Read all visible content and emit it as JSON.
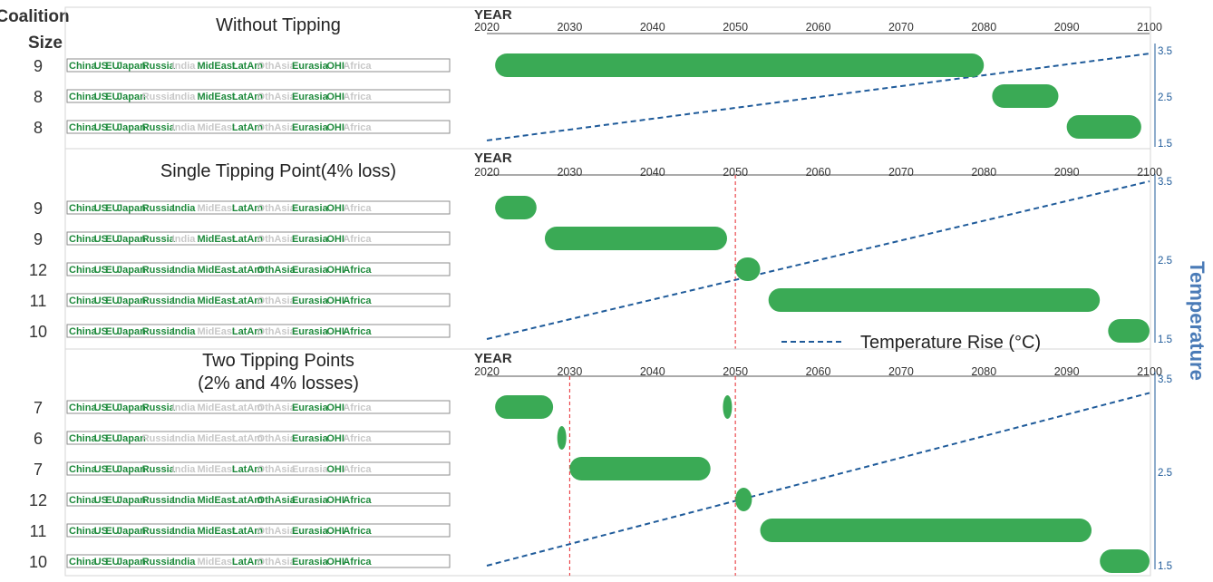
{
  "regions": [
    "China",
    "US",
    "EU",
    "Japan",
    "Russia",
    "India",
    "MidEast",
    "LatAm",
    "OthAsia",
    "Eurasia",
    "OHI",
    "Africa"
  ],
  "y_axis_title": "Coalition Size",
  "x_axis_label": "YEAR",
  "secondary_axis_title": "Temperature",
  "legend_label": "Temperature Rise (°C)",
  "colors": {
    "bar": "#3aaa55",
    "member": "#1e8a3c",
    "nonmember": "#c8c8c8",
    "temperature": "#1f5b9a",
    "tipping": "#e8262b",
    "text": "#333333"
  },
  "chart_data": [
    {
      "type": "gantt",
      "title": "Without Tipping",
      "x_ticks": [
        2020,
        2030,
        2040,
        2050,
        2060,
        2070,
        2080,
        2090,
        2100
      ],
      "xlim": [
        2020,
        2100
      ],
      "temp_ticks": [
        "3.5",
        "2.5",
        "1.5"
      ],
      "temp_lim": [
        1.5,
        3.5
      ],
      "tipping_points": [],
      "rows": [
        {
          "size": "9",
          "members": [
            1,
            1,
            1,
            1,
            1,
            0,
            1,
            1,
            0,
            1,
            1,
            0
          ],
          "start": 2021,
          "end": 2080
        },
        {
          "size": "8",
          "members": [
            1,
            1,
            1,
            1,
            0,
            0,
            1,
            1,
            0,
            1,
            1,
            0
          ],
          "start": 2081,
          "end": 2089
        },
        {
          "size": "8",
          "members": [
            1,
            1,
            1,
            1,
            1,
            0,
            0,
            1,
            0,
            1,
            1,
            0
          ],
          "start": 2090,
          "end": 2099
        }
      ],
      "temperature_line": {
        "x": [
          2020,
          2100
        ],
        "y": [
          1.56,
          3.44
        ]
      }
    },
    {
      "type": "gantt",
      "title": "Single Tipping Point(4% loss)",
      "x_ticks": [
        2020,
        2030,
        2040,
        2050,
        2060,
        2070,
        2080,
        2090,
        2100
      ],
      "xlim": [
        2020,
        2100
      ],
      "temp_ticks": [
        "3.5",
        "2.5",
        "1.5"
      ],
      "temp_lim": [
        1.5,
        3.5
      ],
      "tipping_points": [
        2050
      ],
      "rows": [
        {
          "size": "9",
          "members": [
            1,
            1,
            1,
            1,
            1,
            1,
            0,
            1,
            0,
            1,
            1,
            0
          ],
          "start": 2021,
          "end": 2026
        },
        {
          "size": "9",
          "members": [
            1,
            1,
            1,
            1,
            1,
            0,
            1,
            1,
            0,
            1,
            1,
            0
          ],
          "start": 2027,
          "end": 2049
        },
        {
          "size": "12",
          "members": [
            1,
            1,
            1,
            1,
            1,
            1,
            1,
            1,
            1,
            1,
            1,
            1
          ],
          "start": 2050,
          "end": 2053
        },
        {
          "size": "11",
          "members": [
            1,
            1,
            1,
            1,
            1,
            1,
            1,
            1,
            0,
            1,
            1,
            1
          ],
          "start": 2054,
          "end": 2094
        },
        {
          "size": "10",
          "members": [
            1,
            1,
            1,
            1,
            1,
            1,
            0,
            1,
            0,
            1,
            1,
            1
          ],
          "start": 2095,
          "end": 2100
        }
      ],
      "temperature_line": {
        "x": [
          2020,
          2100
        ],
        "y": [
          1.5,
          3.5
        ]
      }
    },
    {
      "type": "gantt",
      "title": "Two Tipping Points\n(2% and 4% losses)",
      "x_ticks": [
        2020,
        2030,
        2040,
        2050,
        2060,
        2070,
        2080,
        2090,
        2100
      ],
      "xlim": [
        2020,
        2100
      ],
      "temp_ticks": [
        "3.5",
        "2.5",
        "1.5"
      ],
      "temp_lim": [
        1.5,
        3.5
      ],
      "tipping_points": [
        2030,
        2050
      ],
      "rows": [
        {
          "size": "7",
          "members": [
            1,
            1,
            1,
            1,
            1,
            0,
            0,
            0,
            0,
            1,
            1,
            0
          ],
          "segments": [
            [
              2021,
              2028
            ],
            [
              2048.5,
              2049.5
            ]
          ]
        },
        {
          "size": "6",
          "members": [
            1,
            1,
            1,
            1,
            0,
            0,
            0,
            0,
            0,
            1,
            1,
            0
          ],
          "start": 2028.5,
          "end": 2029.5
        },
        {
          "size": "7",
          "members": [
            1,
            1,
            1,
            1,
            1,
            0,
            0,
            1,
            0,
            0,
            1,
            0
          ],
          "start": 2030,
          "end": 2047
        },
        {
          "size": "12",
          "members": [
            1,
            1,
            1,
            1,
            1,
            1,
            1,
            1,
            1,
            1,
            1,
            1
          ],
          "start": 2050,
          "end": 2052
        },
        {
          "size": "11",
          "members": [
            1,
            1,
            1,
            1,
            1,
            1,
            1,
            1,
            0,
            1,
            1,
            1
          ],
          "start": 2053,
          "end": 2093
        },
        {
          "size": "10",
          "members": [
            1,
            1,
            1,
            1,
            1,
            1,
            0,
            1,
            0,
            1,
            1,
            1
          ],
          "start": 2094,
          "end": 2100
        }
      ],
      "temperature_line": {
        "x": [
          2020,
          2100
        ],
        "y": [
          1.5,
          3.35
        ]
      }
    }
  ]
}
